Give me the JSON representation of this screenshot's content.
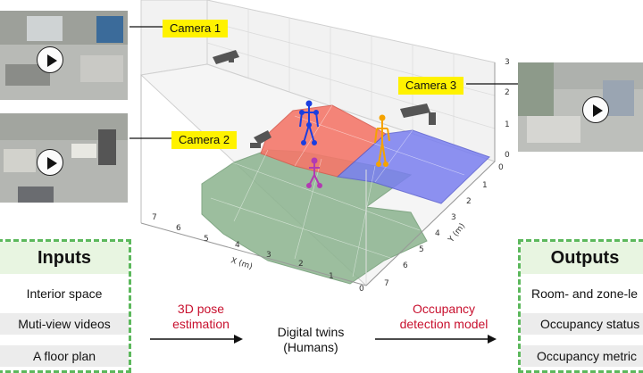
{
  "cameras": [
    {
      "label": "Camera 1"
    },
    {
      "label": "Camera 2"
    },
    {
      "label": "Camera 3"
    }
  ],
  "plot": {
    "x_axis_label": "X (m)",
    "y_axis_label": "Y (m)",
    "x_ticks": [
      "7",
      "6",
      "5",
      "4",
      "3",
      "2",
      "1",
      "0"
    ],
    "y_ticks": [
      "0",
      "1",
      "2",
      "3",
      "4",
      "5",
      "6",
      "7"
    ],
    "z_ticks": [
      "0",
      "1",
      "2",
      "3"
    ],
    "zone_colors": {
      "red": "#f4786b",
      "blue": "#7a7ff0",
      "green": "#8bb38e"
    }
  },
  "inputs": {
    "title": "Inputs",
    "items": [
      "Interior space",
      "Muti-view videos",
      "A floor plan"
    ]
  },
  "outputs": {
    "title": "Outputs",
    "items": [
      "Room- and zone-le",
      "Occupancy status",
      "Occupancy metric"
    ]
  },
  "flow": {
    "step1_line1": "3D pose",
    "step1_line2": "estimation",
    "twin_line1": "Digital twins",
    "twin_line2": "(Humans)",
    "step2_line1": "Occupancy",
    "step2_line2": "detection model"
  },
  "colors": {
    "accent_green": "#5cb85c",
    "label_yellow": "#fff200",
    "flow_red": "#c8102e"
  }
}
